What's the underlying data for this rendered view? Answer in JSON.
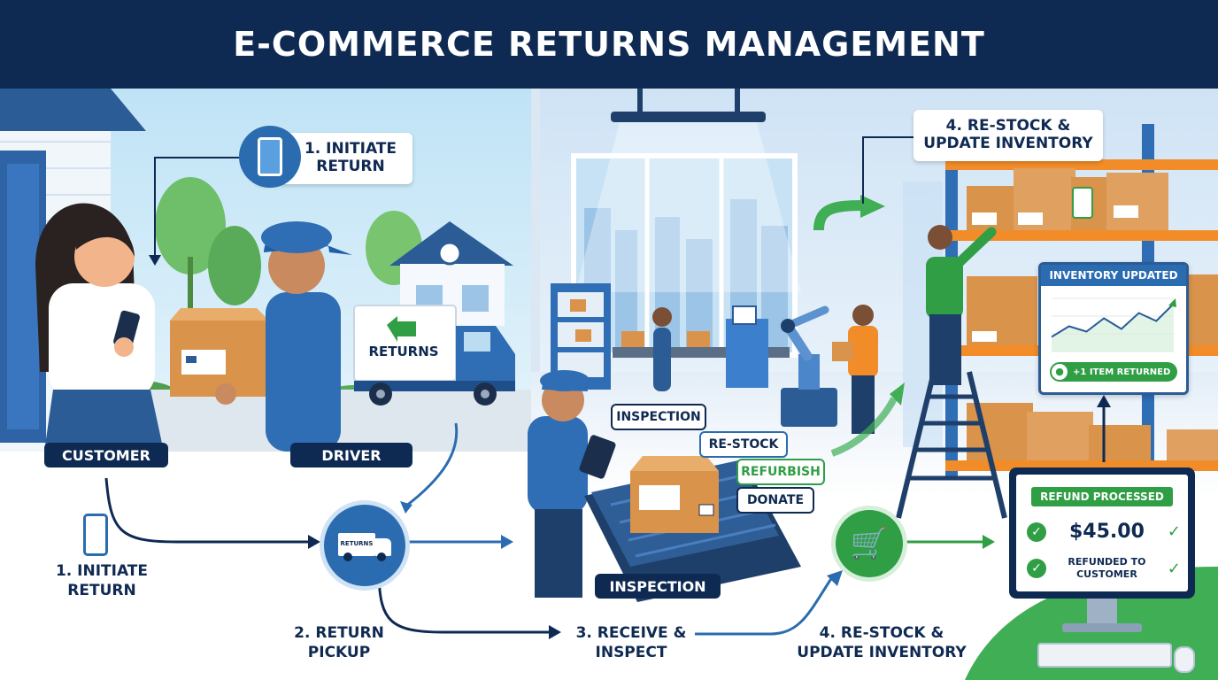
{
  "header": {
    "title": "E-COMMERCE RETURNS MANAGEMENT"
  },
  "scene": {
    "initiate_bubble": "1. INITIATE\nRETURN",
    "restock_bubble": "4. RE-STOCK &\nUPDATE INVENTORY",
    "returns_sign": "RETURNS",
    "truck_icon_label": "RETURNS",
    "customer_tag": "CUSTOMER",
    "driver_tag": "DRIVER",
    "inspection_bubble": "INSPECTION",
    "options": [
      "RE-STOCK",
      "REFURBISH",
      "DONATE"
    ],
    "inspection_tag": "INSPECTION"
  },
  "inventory_panel": {
    "title": "INVENTORY UPDATED",
    "chart_points": [
      22,
      38,
      30,
      50,
      34,
      58,
      46,
      72
    ],
    "badge": "+1 ITEM RETURNED"
  },
  "refund_panel": {
    "title": "REFUND PROCESSED",
    "amount": "$45.00",
    "status": "REFUNDED TO\nCUSTOMER"
  },
  "flow": {
    "steps": [
      {
        "label": "1. INITIATE\nRETURN"
      },
      {
        "label": "2. RETURN\nPICKUP"
      },
      {
        "label": "3. RECEIVE &\nINSPECT"
      },
      {
        "label": "4. RE-STOCK &\nUPDATE INVENTORY"
      }
    ]
  },
  "colors": {
    "navy": "#0f2a52",
    "blue": "#2b6cb0",
    "green": "#2f9e44",
    "cardboard": "#d9934a"
  },
  "icons": [
    "phone-icon",
    "truck-icon",
    "cart-icon",
    "check-icon",
    "bell-icon",
    "monitor-icon"
  ]
}
